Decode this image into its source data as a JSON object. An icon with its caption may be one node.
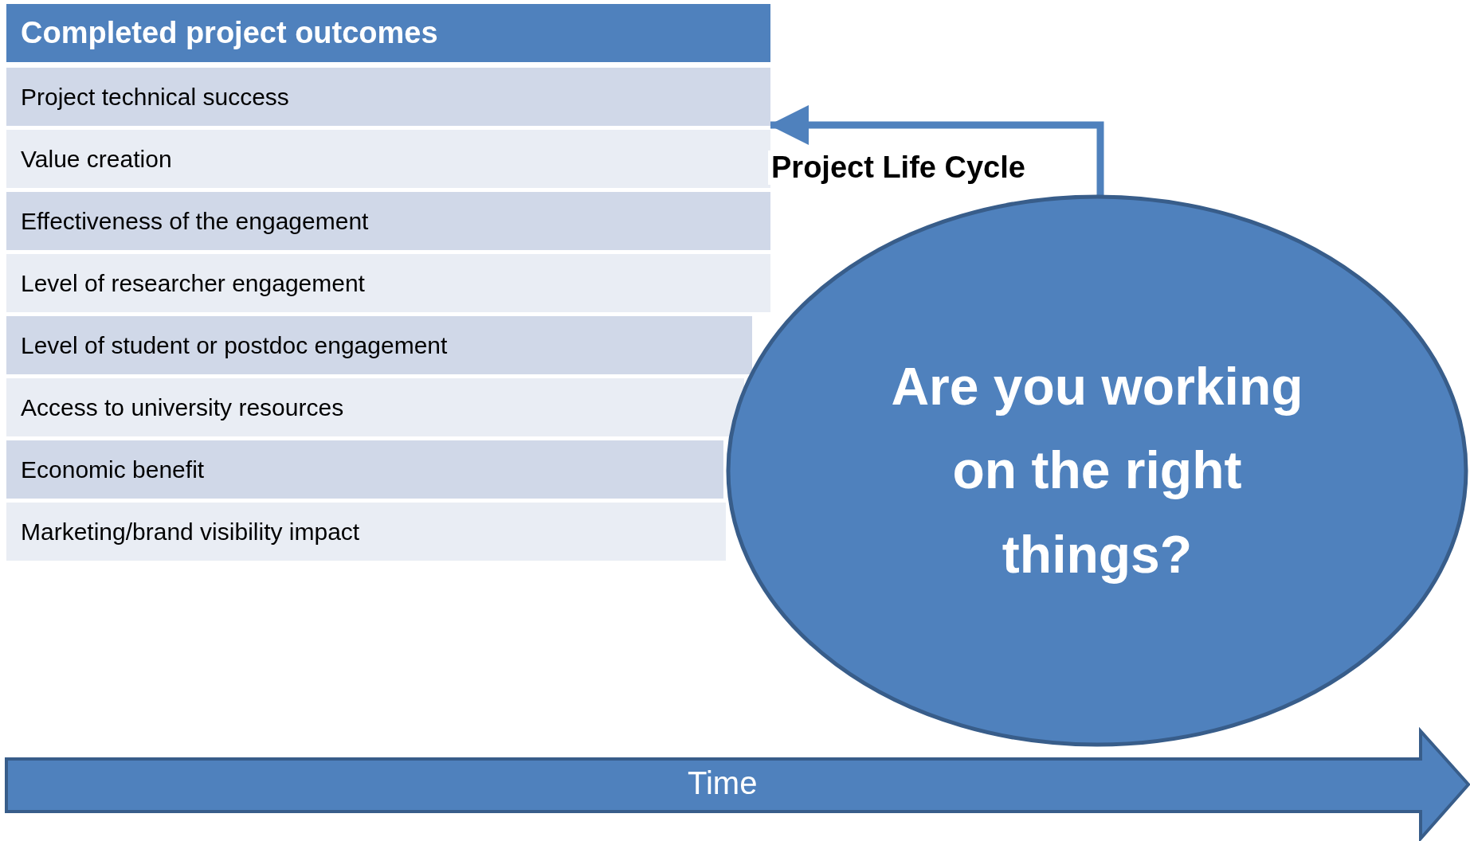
{
  "diagram": {
    "nodes": [
      {
        "text": [
          "Completed project outcomes"
        ]
      },
      {
        "text": [
          "Project technical success"
        ]
      },
      {
        "text": [
          "Value creation"
        ]
      },
      {
        "text": [
          "Effectiveness of the engagement"
        ]
      },
      {
        "text": [
          "Level of researcher engagement"
        ]
      },
      {
        "text": [
          "Level of student or postdoc engagement"
        ]
      },
      {
        "text": [
          "Access to university resources"
        ]
      },
      {
        "text": [
          "Economic benefit"
        ]
      },
      {
        "text": [
          "Marketing/brand visibility impact"
        ]
      },
      {
        "text": [
          "Are you working on the right things?"
        ]
      },
      {
        "text": [
          "Time"
        ]
      }
    ],
    "edges": [
      {
        "from": 9,
        "to": 1,
        "arrow": "to",
        "label": "Project Life Cycle"
      }
    ]
  }
}
